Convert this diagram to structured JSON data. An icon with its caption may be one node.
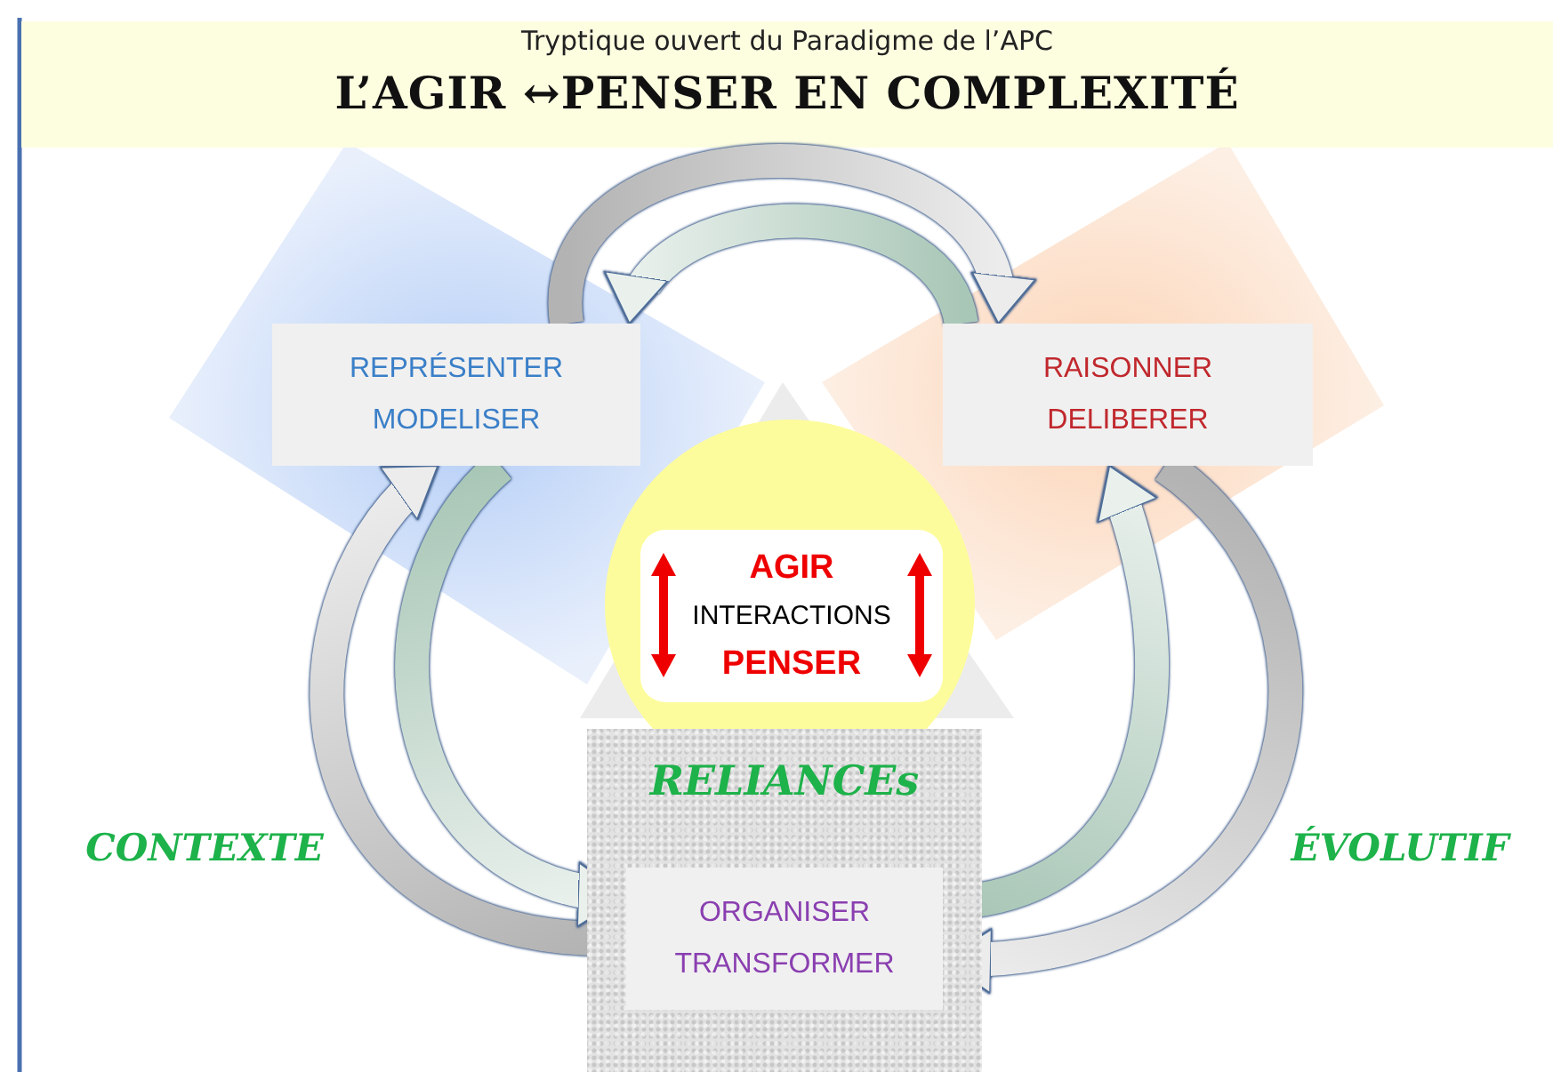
{
  "diagram": {
    "title": "L’AGIR ↔PENSER EN COMPLEXITÉ",
    "nodes": [
      {
        "text": [
          "REPRÉSENTER MODELISER"
        ]
      },
      {
        "text": [
          "RAISONNER DELIBERER"
        ]
      },
      {
        "text": [],
        "shape": "circle"
      },
      {
        "text": [
          "AGIR",
          "INTERACTIONS",
          "PENSER"
        ],
        "in": 2
      },
      {
        "text": [
          "RELIANCEs"
        ]
      },
      {
        "text": [
          "ORGANISER TRANSFORMER"
        ],
        "in": 4
      }
    ],
    "edges": [
      {
        "from": 0,
        "to": 1,
        "arrow": "to"
      },
      {
        "from": 1,
        "to": 0,
        "arrow": "to",
        "color": "#a9c7b7"
      },
      {
        "from": 5,
        "to": 0,
        "arrow": "to"
      },
      {
        "from": 0,
        "to": 5,
        "arrow": "to",
        "color": "#a9c7b7"
      },
      {
        "from": 1,
        "to": 5,
        "arrow": "to"
      },
      {
        "from": 5,
        "to": 1,
        "arrow": "to",
        "color": "#a9c7b7"
      }
    ],
    "labels": [
      "Tryptique ouvert du Paradigme de l’APC",
      "CONTEXTE",
      "ÉVOLUTIF"
    ]
  }
}
